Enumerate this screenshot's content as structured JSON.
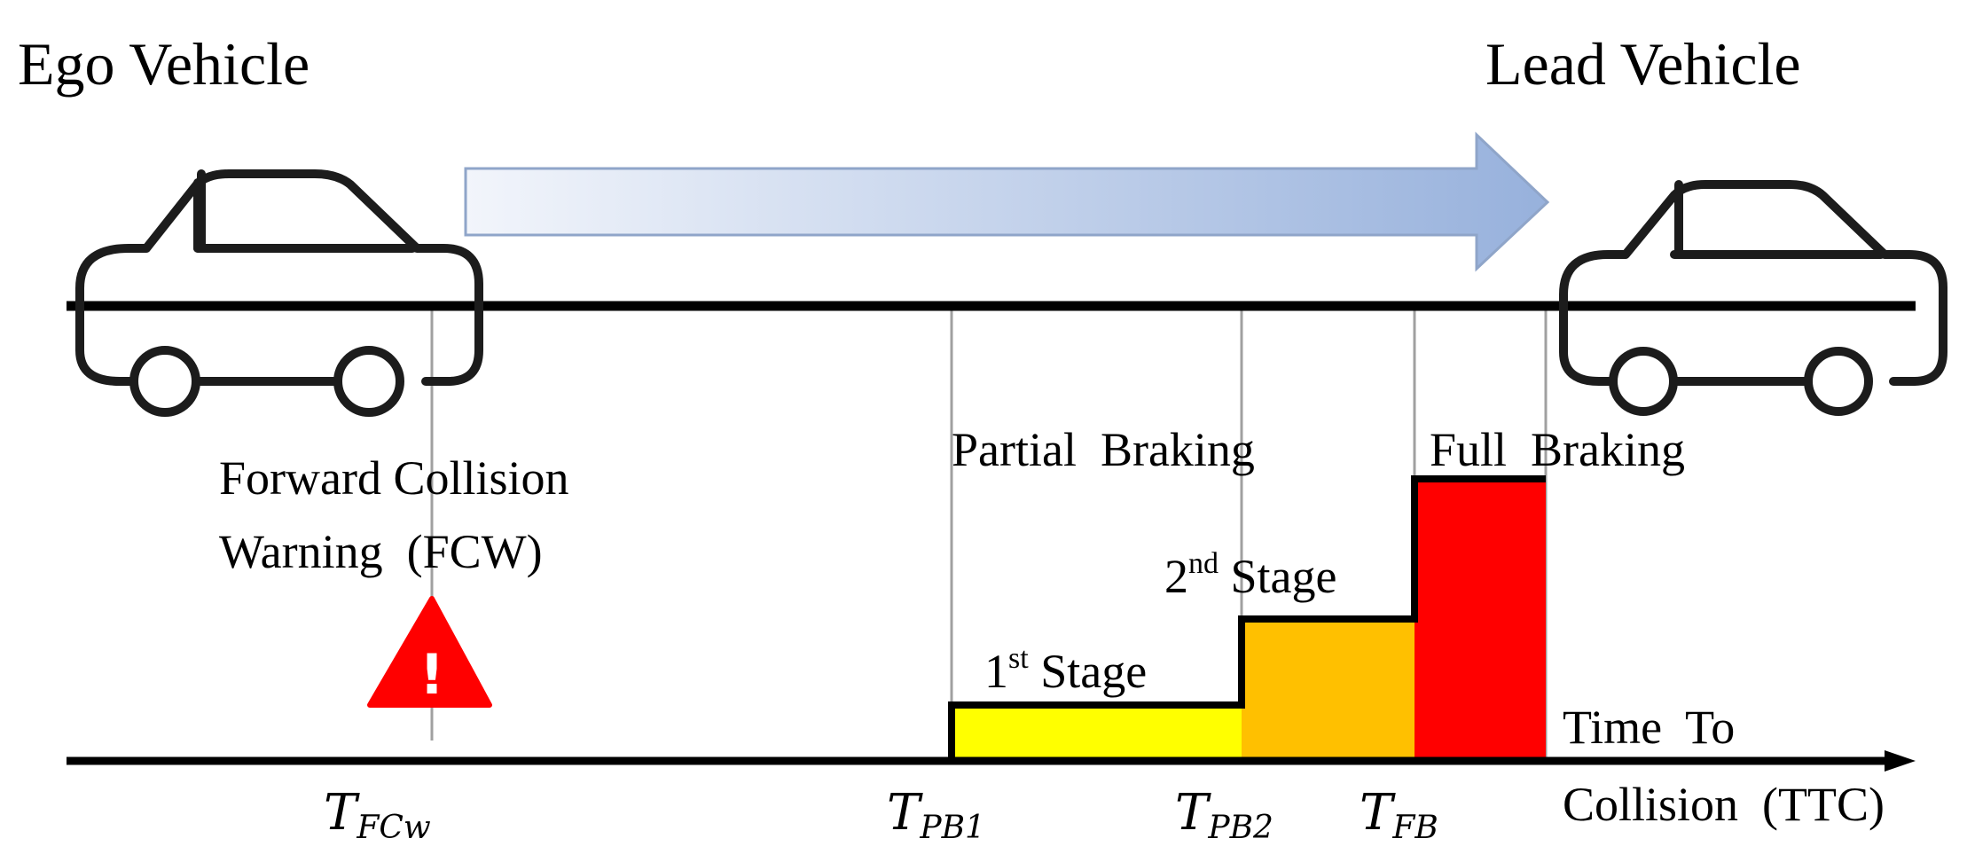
{
  "labels": {
    "ego_vehicle": "Ego Vehicle",
    "lead_vehicle": "Lead Vehicle",
    "fcw_line1": "Forward Collision",
    "fcw_line2": "Warning  (FCW)",
    "partial_braking": "Partial  Braking",
    "full_braking": "Full  Braking",
    "stage1_num": "1",
    "stage1_sup": "st",
    "stage1_word": " Stage",
    "stage2_num": "2",
    "stage2_sup": "nd",
    "stage2_word": " Stage",
    "axis_line1": "Time  To",
    "axis_line2": "Collision  (TTC)",
    "warning_mark": "!"
  },
  "ticks": {
    "fcw": {
      "main": "T",
      "sub": "FCw"
    },
    "pb1": {
      "main": "T",
      "sub": "PB1"
    },
    "pb2": {
      "main": "T",
      "sub": "PB2"
    },
    "fb": {
      "main": "T",
      "sub": "FB"
    }
  },
  "colors": {
    "stage1": "#ffff00",
    "stage2": "#ffc000",
    "full": "#ff0000",
    "warning": "#ff0000",
    "arrow_start": "#f2f5fb",
    "arrow_end": "#97b1dc",
    "arrow_edge": "#8fa5c9",
    "guide": "#a0a0a0"
  },
  "icons": {
    "ego": "car-icon",
    "lead": "car-icon",
    "warning": "warning-triangle-icon",
    "direction": "arrow-right-icon"
  }
}
